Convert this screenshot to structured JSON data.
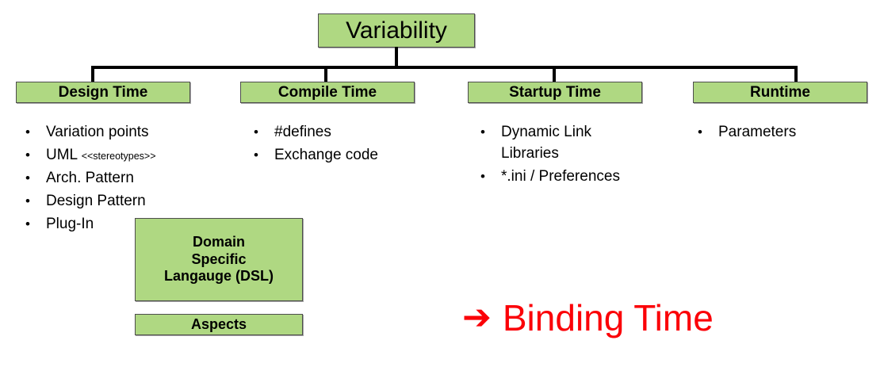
{
  "diagram": {
    "root": {
      "label": "Variability"
    },
    "categories": [
      {
        "id": "design-time",
        "label": "Design Time",
        "items": [
          {
            "text": "Variation points",
            "tag": ""
          },
          {
            "text": "UML ",
            "tag": "<<stereotypes>>"
          },
          {
            "text": "Arch. Pattern",
            "tag": ""
          },
          {
            "text": "Design Pattern",
            "tag": ""
          },
          {
            "text": "Plug-In",
            "tag": ""
          }
        ]
      },
      {
        "id": "compile-time",
        "label": "Compile Time",
        "items": [
          {
            "text": "#defines",
            "tag": ""
          },
          {
            "text": "Exchange code",
            "tag": ""
          }
        ]
      },
      {
        "id": "startup-time",
        "label": "Startup Time",
        "items": [
          {
            "text": "Dynamic Link\nLibraries",
            "tag": ""
          },
          {
            "text": "*.ini / Preferences",
            "tag": ""
          }
        ]
      },
      {
        "id": "runtime",
        "label": "Runtime",
        "items": [
          {
            "text": "Parameters",
            "tag": ""
          }
        ]
      }
    ],
    "extra_boxes": [
      {
        "id": "dsl",
        "line1": "Domain",
        "line2": "Specific",
        "line3": "Langauge (DSL)"
      },
      {
        "id": "aspects",
        "label": "Aspects"
      }
    ],
    "callout": {
      "arrow": "➔",
      "label": "Binding Time"
    },
    "colors": {
      "box_fill": "#afd882",
      "box_border": "#4d4d4d",
      "callout_red": "#fb0007",
      "connector": "#000000"
    },
    "bullet_glyph": "•"
  }
}
